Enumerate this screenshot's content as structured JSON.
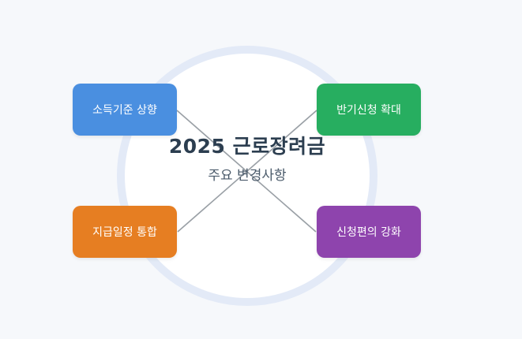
{
  "center": {
    "title": "2025 근로장려금",
    "subtitle": "주요 변경사항"
  },
  "nodes": {
    "top_left": {
      "label": "소득기준 상향",
      "color": "#4a8fe0"
    },
    "top_right": {
      "label": "반기신청 확대",
      "color": "#27ae60"
    },
    "bottom_left": {
      "label": "지급일정 통합",
      "color": "#e67e22"
    },
    "bottom_right": {
      "label": "신청편의 강화",
      "color": "#8e44ad"
    }
  },
  "colors": {
    "background": "#f6f8fb",
    "ring": "#e3eaf7",
    "connector": "#9aa0a6",
    "title_text": "#2c3e50"
  }
}
